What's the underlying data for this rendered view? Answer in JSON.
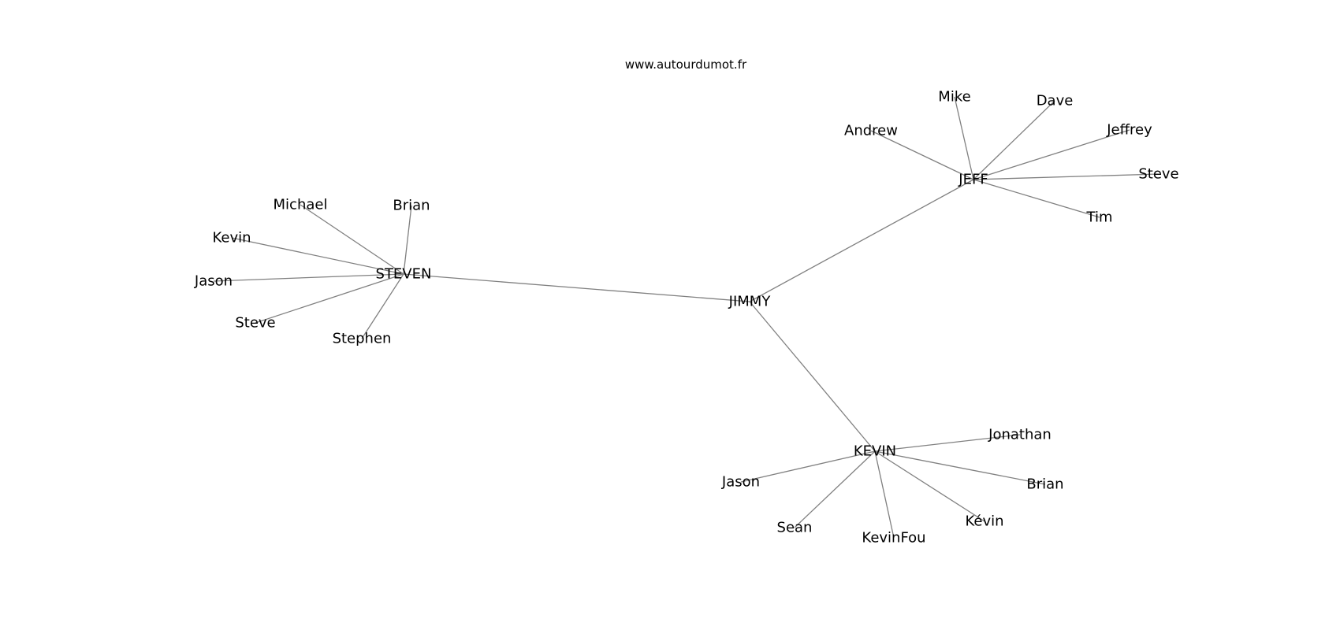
{
  "site": {
    "title": "www.autourdumot.fr"
  },
  "graph": {
    "center": {
      "id": "jimmy",
      "label": "JIMMY"
    },
    "hubs": [
      {
        "id": "steven",
        "label": "STEVEN",
        "leaves": [
          {
            "id": "steven-brian",
            "label": "Brian"
          },
          {
            "id": "steven-michael",
            "label": "Michael"
          },
          {
            "id": "steven-kevin",
            "label": "Kevin"
          },
          {
            "id": "steven-jason",
            "label": "Jason"
          },
          {
            "id": "steven-steve",
            "label": "Steve"
          },
          {
            "id": "steven-stephen",
            "label": "Stephen"
          }
        ]
      },
      {
        "id": "jeff",
        "label": "JEFF",
        "leaves": [
          {
            "id": "jeff-andrew",
            "label": "Andrew"
          },
          {
            "id": "jeff-mike",
            "label": "Mike"
          },
          {
            "id": "jeff-dave",
            "label": "Dave"
          },
          {
            "id": "jeff-jeffrey",
            "label": "Jeffrey"
          },
          {
            "id": "jeff-steve",
            "label": "Steve"
          },
          {
            "id": "jeff-tim",
            "label": "Tim"
          }
        ]
      },
      {
        "id": "kevin",
        "label": "KEVIN",
        "leaves": [
          {
            "id": "kevin-jonathan",
            "label": "Jonathan"
          },
          {
            "id": "kevin-brian",
            "label": "Brian"
          },
          {
            "id": "kevin-kevin-accent",
            "label": "Kévin"
          },
          {
            "id": "kevin-kevinfou",
            "label": "KevinFou"
          },
          {
            "id": "kevin-sean",
            "label": "Sean"
          },
          {
            "id": "kevin-jason",
            "label": "Jason"
          }
        ]
      }
    ]
  },
  "colors": {
    "edge": "#808080",
    "text": "#000000",
    "background": "#ffffff"
  }
}
